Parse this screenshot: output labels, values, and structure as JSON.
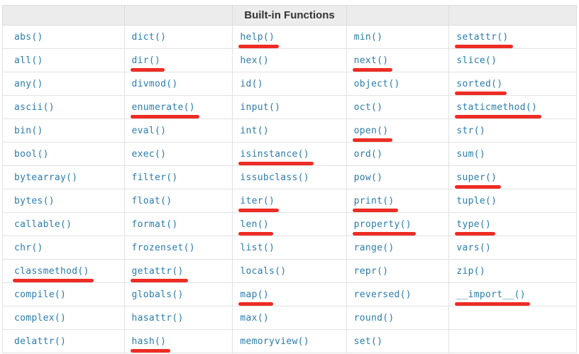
{
  "colors": {
    "link": "#2b7cad",
    "underline_marker": "#ed2c24",
    "header_bg": "#ececec",
    "header_text": "#333333",
    "border": "#e2e2e2",
    "background": "#ffffff"
  },
  "table": {
    "title": "Built-in Functions",
    "header_cells": [
      "",
      "",
      "Built-in Functions",
      "",
      ""
    ],
    "rows": [
      [
        {
          "label": "abs()",
          "underline": false
        },
        {
          "label": "dict()",
          "underline": false
        },
        {
          "label": "help()",
          "underline": true
        },
        {
          "label": "min()",
          "underline": false
        },
        {
          "label": "setattr()",
          "underline": true
        }
      ],
      [
        {
          "label": "all()",
          "underline": false
        },
        {
          "label": "dir()",
          "underline": true
        },
        {
          "label": "hex()",
          "underline": false
        },
        {
          "label": "next()",
          "underline": true
        },
        {
          "label": "slice()",
          "underline": false
        }
      ],
      [
        {
          "label": "any()",
          "underline": false
        },
        {
          "label": "divmod()",
          "underline": false
        },
        {
          "label": "id()",
          "underline": false
        },
        {
          "label": "object()",
          "underline": false
        },
        {
          "label": "sorted()",
          "underline": true
        }
      ],
      [
        {
          "label": "ascii()",
          "underline": false
        },
        {
          "label": "enumerate()",
          "underline": true
        },
        {
          "label": "input()",
          "underline": false
        },
        {
          "label": "oct()",
          "underline": false
        },
        {
          "label": "staticmethod()",
          "underline": true
        }
      ],
      [
        {
          "label": "bin()",
          "underline": false
        },
        {
          "label": "eval()",
          "underline": false
        },
        {
          "label": "int()",
          "underline": false
        },
        {
          "label": "open()",
          "underline": true
        },
        {
          "label": "str()",
          "underline": false
        }
      ],
      [
        {
          "label": "bool()",
          "underline": false
        },
        {
          "label": "exec()",
          "underline": false
        },
        {
          "label": "isinstance()",
          "underline": true
        },
        {
          "label": "ord()",
          "underline": false
        },
        {
          "label": "sum()",
          "underline": false
        }
      ],
      [
        {
          "label": "bytearray()",
          "underline": false
        },
        {
          "label": "filter()",
          "underline": false
        },
        {
          "label": "issubclass()",
          "underline": false
        },
        {
          "label": "pow()",
          "underline": false
        },
        {
          "label": "super()",
          "underline": true
        }
      ],
      [
        {
          "label": "bytes()",
          "underline": false
        },
        {
          "label": "float()",
          "underline": false
        },
        {
          "label": "iter()",
          "underline": true
        },
        {
          "label": "print()",
          "underline": true
        },
        {
          "label": "tuple()",
          "underline": false
        }
      ],
      [
        {
          "label": "callable()",
          "underline": false
        },
        {
          "label": "format()",
          "underline": false
        },
        {
          "label": "len()",
          "underline": true
        },
        {
          "label": "property()",
          "underline": true
        },
        {
          "label": "type()",
          "underline": true
        }
      ],
      [
        {
          "label": "chr()",
          "underline": false
        },
        {
          "label": "frozenset()",
          "underline": false
        },
        {
          "label": "list()",
          "underline": false
        },
        {
          "label": "range()",
          "underline": false
        },
        {
          "label": "vars()",
          "underline": false
        }
      ],
      [
        {
          "label": "classmethod()",
          "underline": true
        },
        {
          "label": "getattr()",
          "underline": true
        },
        {
          "label": "locals()",
          "underline": false
        },
        {
          "label": "repr()",
          "underline": false
        },
        {
          "label": "zip()",
          "underline": false
        }
      ],
      [
        {
          "label": "compile()",
          "underline": false
        },
        {
          "label": "globals()",
          "underline": false
        },
        {
          "label": "map()",
          "underline": true
        },
        {
          "label": "reversed()",
          "underline": false
        },
        {
          "label": "__import__()",
          "underline": true
        }
      ],
      [
        {
          "label": "complex()",
          "underline": false
        },
        {
          "label": "hasattr()",
          "underline": false
        },
        {
          "label": "max()",
          "underline": false
        },
        {
          "label": "round()",
          "underline": false
        },
        {
          "label": "",
          "underline": false
        }
      ],
      [
        {
          "label": "delattr()",
          "underline": false
        },
        {
          "label": "hash()",
          "underline": true
        },
        {
          "label": "memoryview()",
          "underline": false
        },
        {
          "label": "set()",
          "underline": false
        },
        {
          "label": "",
          "underline": false
        }
      ]
    ]
  }
}
